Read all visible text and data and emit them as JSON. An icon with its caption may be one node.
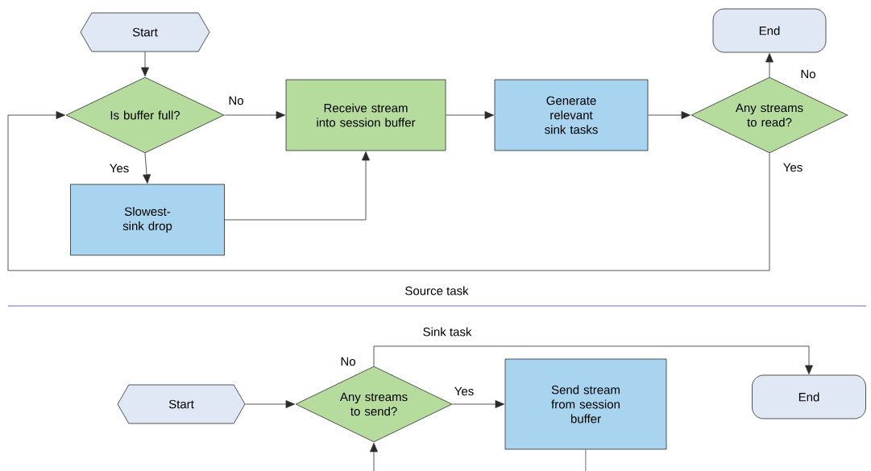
{
  "diagram": {
    "nodes": [
      {
        "text": [
          "Start"
        ]
      },
      {
        "text": [
          "Is buffer full?"
        ]
      },
      {
        "text": [
          "Receive stream into session buffer"
        ]
      },
      {
        "text": [
          "Generate relevant sink tasks"
        ]
      },
      {
        "text": [
          "Any streams to read?"
        ]
      },
      {
        "text": [
          "End"
        ]
      },
      {
        "text": [
          "Slowest-sink drop"
        ]
      },
      {
        "text": [
          "Start"
        ]
      },
      {
        "text": [
          "Any streams to send?"
        ]
      },
      {
        "text": [
          "Send stream from session buffer"
        ]
      },
      {
        "text": [
          "End"
        ]
      }
    ],
    "edges": [
      {
        "from": 0,
        "to": 1,
        "arrow": "to"
      },
      {
        "from": 1,
        "to": 2,
        "arrow": "to",
        "label": "No"
      },
      {
        "from": 1,
        "to": 6,
        "arrow": "to",
        "label": "Yes"
      },
      {
        "from": 6,
        "to": 2,
        "arrow": "to"
      },
      {
        "from": 2,
        "to": 3,
        "arrow": "to"
      },
      {
        "from": 3,
        "to": 4,
        "arrow": "to"
      },
      {
        "from": 4,
        "to": 5,
        "arrow": "to",
        "label": "No"
      },
      {
        "from": 4,
        "to": 1,
        "arrow": "to",
        "label": "Yes"
      },
      {
        "from": 7,
        "to": 8,
        "arrow": "to"
      },
      {
        "from": 8,
        "to": 9,
        "arrow": "to",
        "label": "Yes"
      },
      {
        "from": 8,
        "to": 10,
        "arrow": "to",
        "label": "No"
      },
      {
        "from": 9,
        "to": 8,
        "arrow": "to"
      }
    ],
    "labels": [
      "Source task",
      "Sink task"
    ]
  }
}
